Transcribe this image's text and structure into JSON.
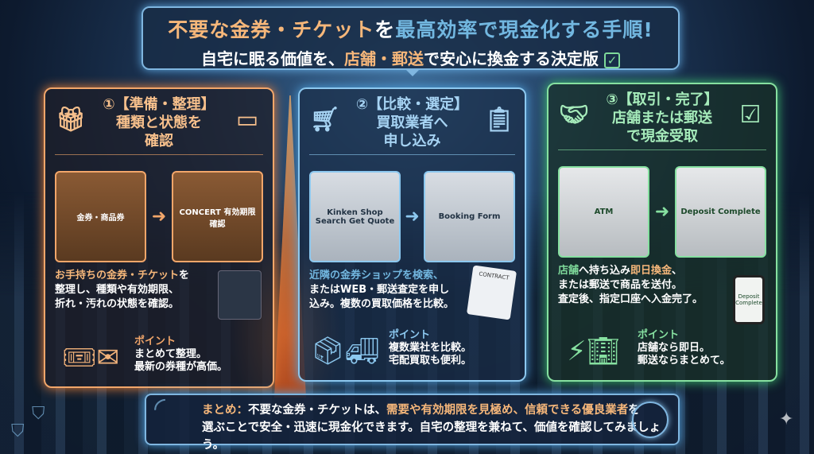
{
  "header": {
    "title": {
      "part1": "不要な金券・チケット",
      "part2": "を",
      "part3": "最高効率で現金化する手順!"
    },
    "subtitle": {
      "part1": "自宅に眠る価値を、",
      "part2": "店舗・郵送",
      "part3": "で安心に換金する決定版",
      "icon": "check-box-icon"
    }
  },
  "steps": [
    {
      "title_line1": "①【準備・整理】",
      "title_line2": "種類と状態を",
      "title_line3": "確認",
      "icons": [
        "gift-icon",
        "card-icon"
      ],
      "image1": "金券・商品券",
      "image2": "CONCERT 有効期限確認",
      "desc": {
        "highlight": "お手持ちの金券・チケット",
        "rest1": "を",
        "line2": "整理し、種類や有効期限、",
        "line3": "折れ・汚れの状態を確認。"
      },
      "point_label": "ポイント",
      "point_line1": "まとめて整理。",
      "point_line2": "最新の券種が高価。",
      "point_icons": [
        "tickets-icon",
        "gift-card-icon"
      ],
      "color": "#f2a66a"
    },
    {
      "title_line1": "②【比較・選定】",
      "title_line2": "買取業者へ",
      "title_line3": "申し込み",
      "icons": [
        "cart-icon",
        "clipboard-check-icon"
      ],
      "image1": "Kinken Shop Search Get Quote",
      "image2": "Booking Form",
      "desc": {
        "highlight": "近隣の金券ショップを検索、",
        "line2": "またはWEB・郵送査定を申し",
        "line3": "込み。複数の買取価格を比較。"
      },
      "side_label": "CONTRACT",
      "point_label": "ポイント",
      "point_line1": "複数業社を比較。",
      "point_line2": "宅配買取も便利。",
      "point_icons": [
        "box-icon",
        "truck-icon"
      ],
      "color": "#8cc8ef"
    },
    {
      "title_line1": "③【取引・完了】",
      "title_line2": "店舗または郵送",
      "title_line3": "で現金受取",
      "icons": [
        "handshake-icon",
        "contract-icon"
      ],
      "image1": "ATM",
      "image2": "Deposit Complete",
      "desc": {
        "hl1": "店舗",
        "mid": "へ持ち込み",
        "hl2": "即日換金",
        "end": "、",
        "line2": "または郵送で商品を送付。",
        "line3": "査定後、指定口座へ入金完了。"
      },
      "side_label": "Deposit Complete",
      "point_label": "ポイント",
      "point_line1": "店舗なら即日。",
      "point_line2": "郵送ならまとめて。",
      "point_icons": [
        "lightning-icon",
        "building-icon"
      ],
      "color": "#86e0a0"
    }
  ],
  "summary": {
    "label": "まとめ：",
    "part1": "不要な金券・チケットは、",
    "part2": "需要や有効期限を見極め、信頼できる優良業者",
    "part3": "を",
    "line2": "選ぶことで安全・迅速に現金化できます。自宅の整理を兼ねて、価値を確認してみましょう。"
  },
  "colors": {
    "accent_orange": "#f6b77a",
    "accent_blue": "#72b7e0",
    "accent_green": "#7ed99a"
  }
}
